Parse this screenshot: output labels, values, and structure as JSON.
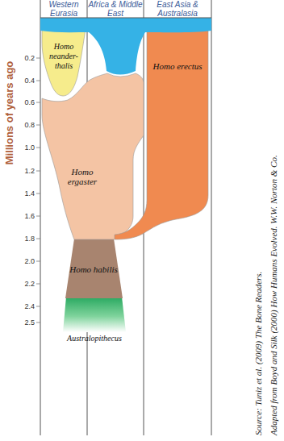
{
  "diagram": {
    "nodes": [
      {
        "text": [
          "Homo neander- thalis"
        ]
      },
      {
        "text": [
          "Homo erectus"
        ]
      },
      {
        "text": [
          "Homo ergaster"
        ]
      },
      {
        "text": [
          "Homo habilis"
        ]
      }
    ],
    "labels": [
      "Western Eurasia",
      "Africa & Middle East",
      "East Asia & Australasia",
      "Millions of years ago",
      "0.2",
      "0.4",
      "0.6",
      "0.8",
      "1.0",
      "1.2",
      "1.4",
      "1.6",
      "1.8",
      "2.0",
      "2.2",
      "2.4",
      "2.5",
      "Australopithecus",
      "Source: Tuniz et al. (2009) The Bone Readers.",
      "Adapted from Boyd and Silk (2000) How Humans Evolved. W.W. Norton & Co."
    ]
  }
}
